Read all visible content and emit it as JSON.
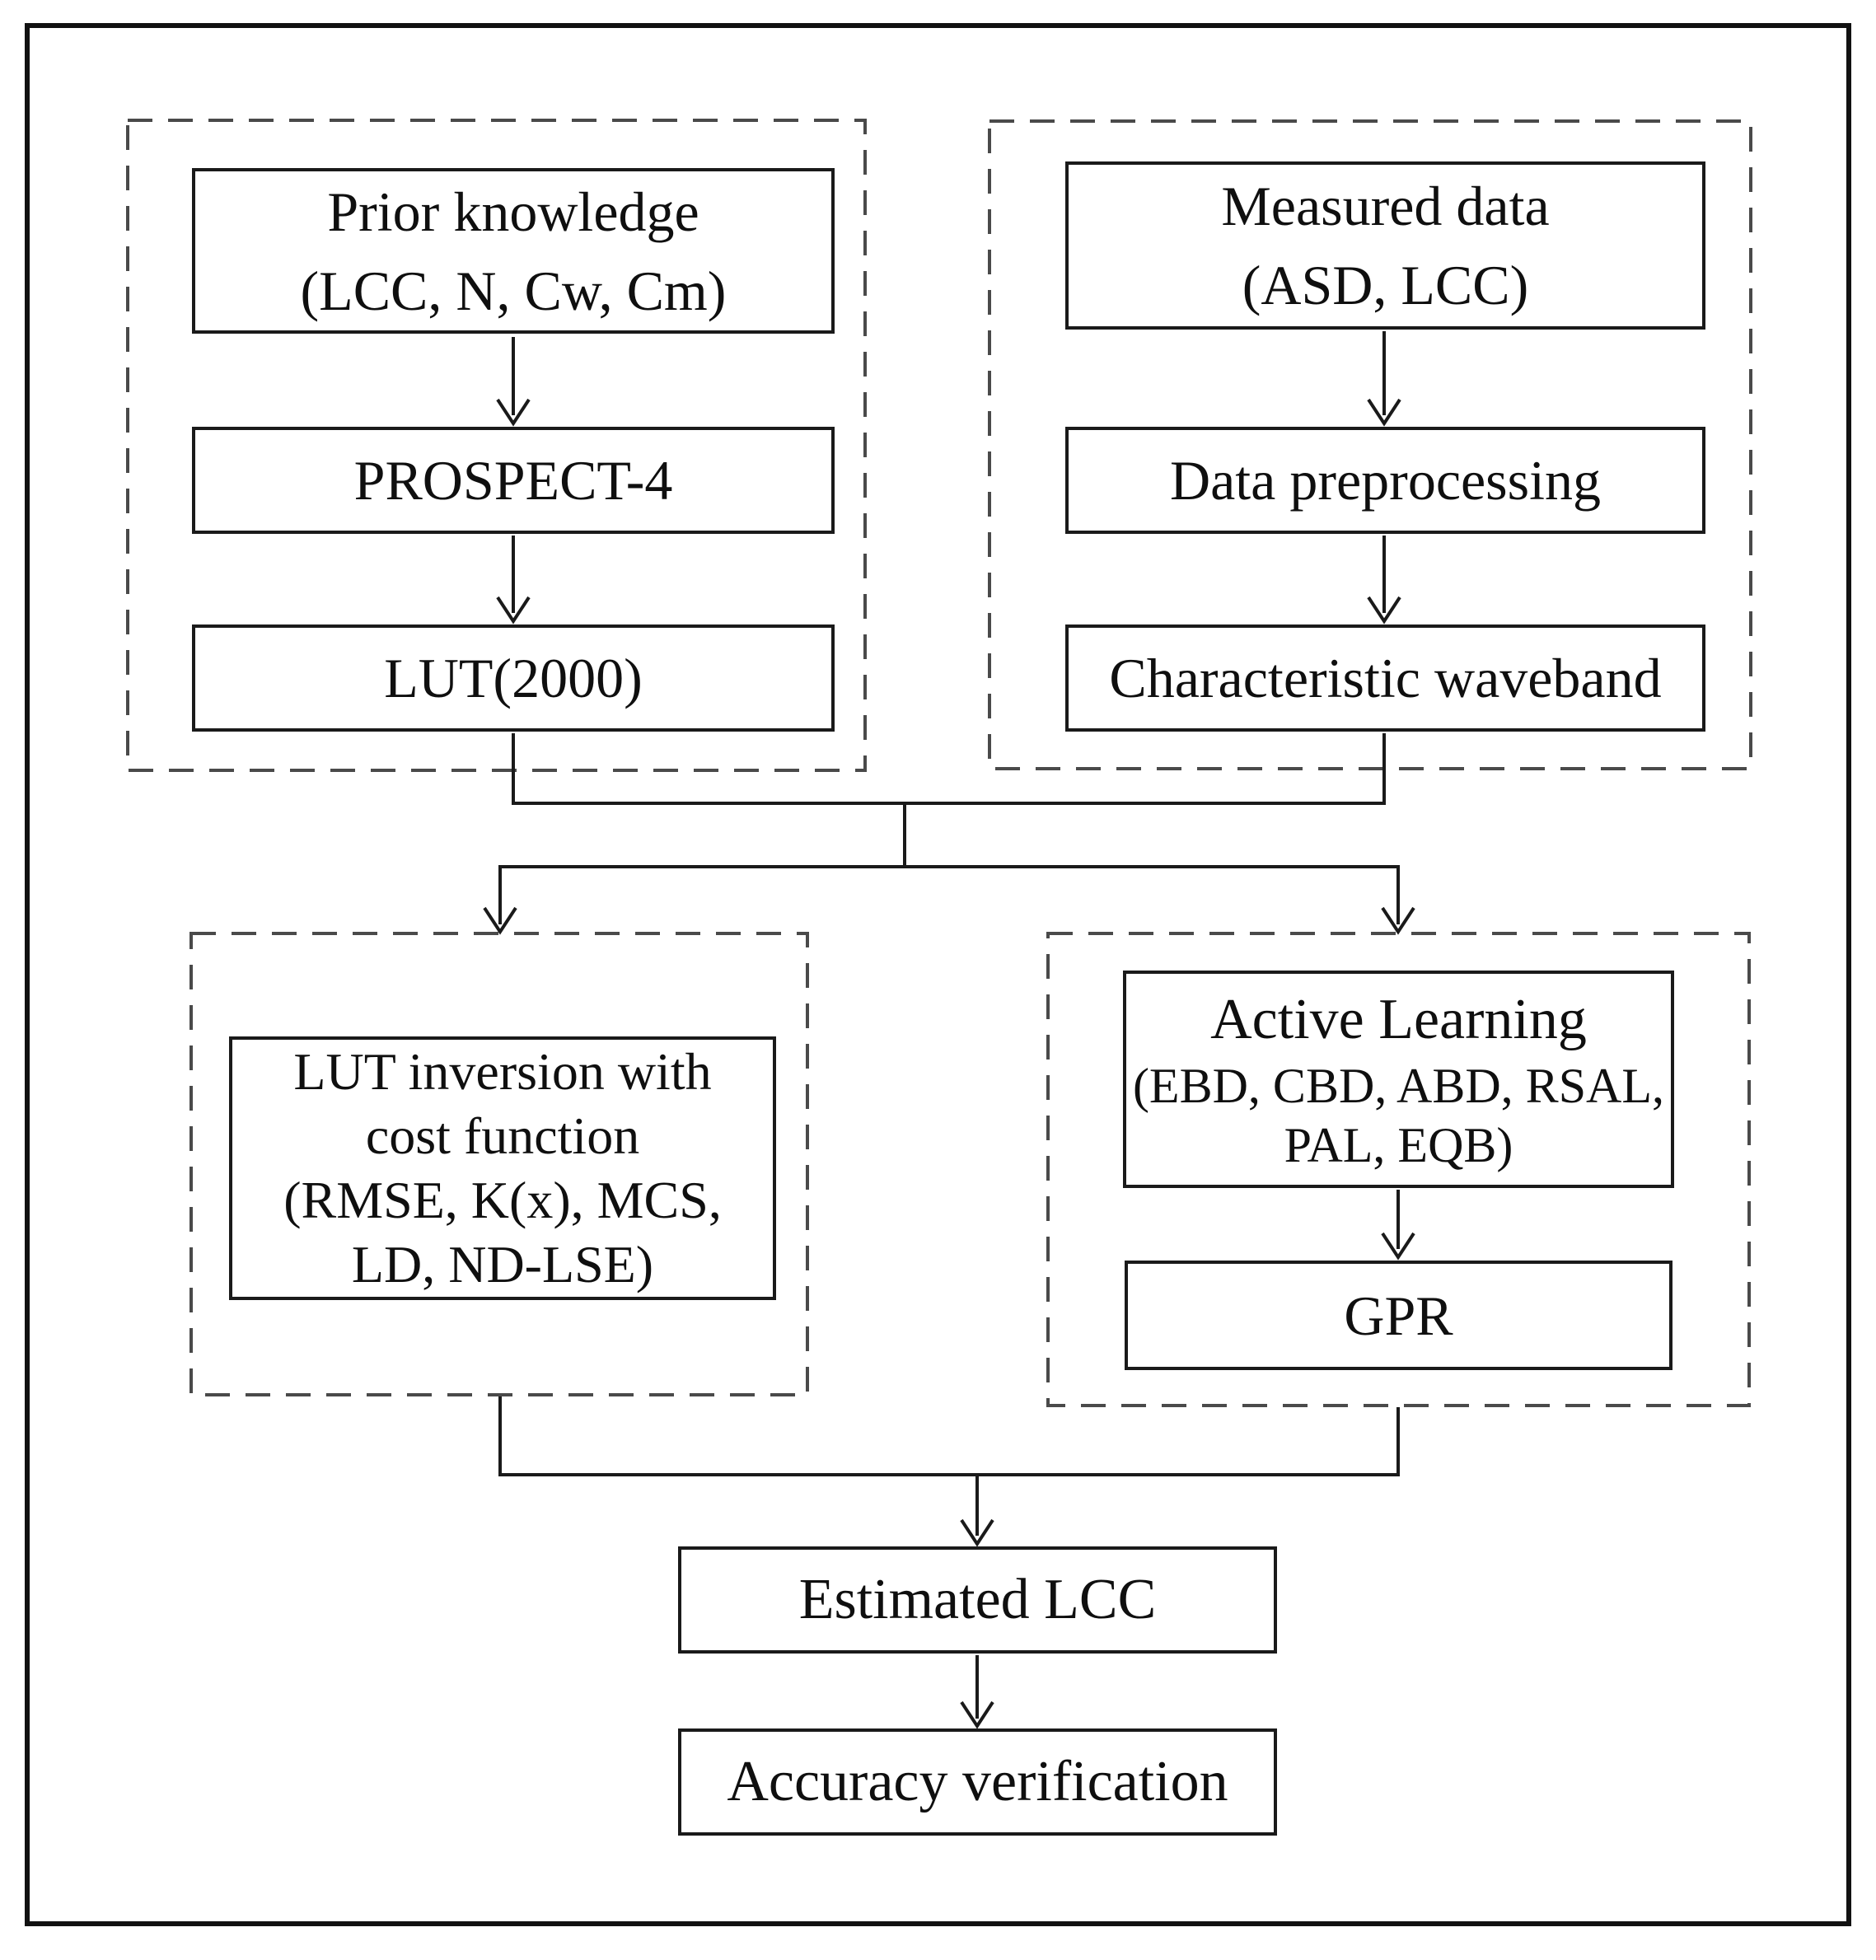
{
  "colors": {
    "background": "#ffffff",
    "solid_line": "#1a1a1a",
    "dashed_line": "#4a4a4a",
    "text": "#0f0f0f"
  },
  "flow": {
    "top_left": {
      "prior_knowledge": {
        "line1": "Prior knowledge",
        "line2": "(LCC, N, Cw, Cm)"
      },
      "prospect4": {
        "label": "PROSPECT-4"
      },
      "lut2000": {
        "label": "LUT(2000)"
      }
    },
    "top_right": {
      "measured_data": {
        "line1": "Measured data",
        "line2": "(ASD, LCC)"
      },
      "data_preprocessing": {
        "label": "Data preprocessing"
      },
      "characteristic_waveband": {
        "label": "Characteristic waveband"
      }
    },
    "bottom_left": {
      "lut_inversion": {
        "line1": "LUT inversion with",
        "line2": "cost function",
        "line3": "(RMSE, K(x), MCS,",
        "line4": "LD, ND-LSE)"
      }
    },
    "bottom_right": {
      "active_learning": {
        "line1": "Active Learning",
        "line2": "(EBD, CBD, ABD, RSAL,",
        "line3": "PAL, EQB)"
      },
      "gpr": {
        "label": "GPR"
      }
    },
    "output": {
      "estimated_lcc": {
        "label": "Estimated LCC"
      },
      "accuracy_verification": {
        "label": "Accuracy verification"
      }
    }
  }
}
